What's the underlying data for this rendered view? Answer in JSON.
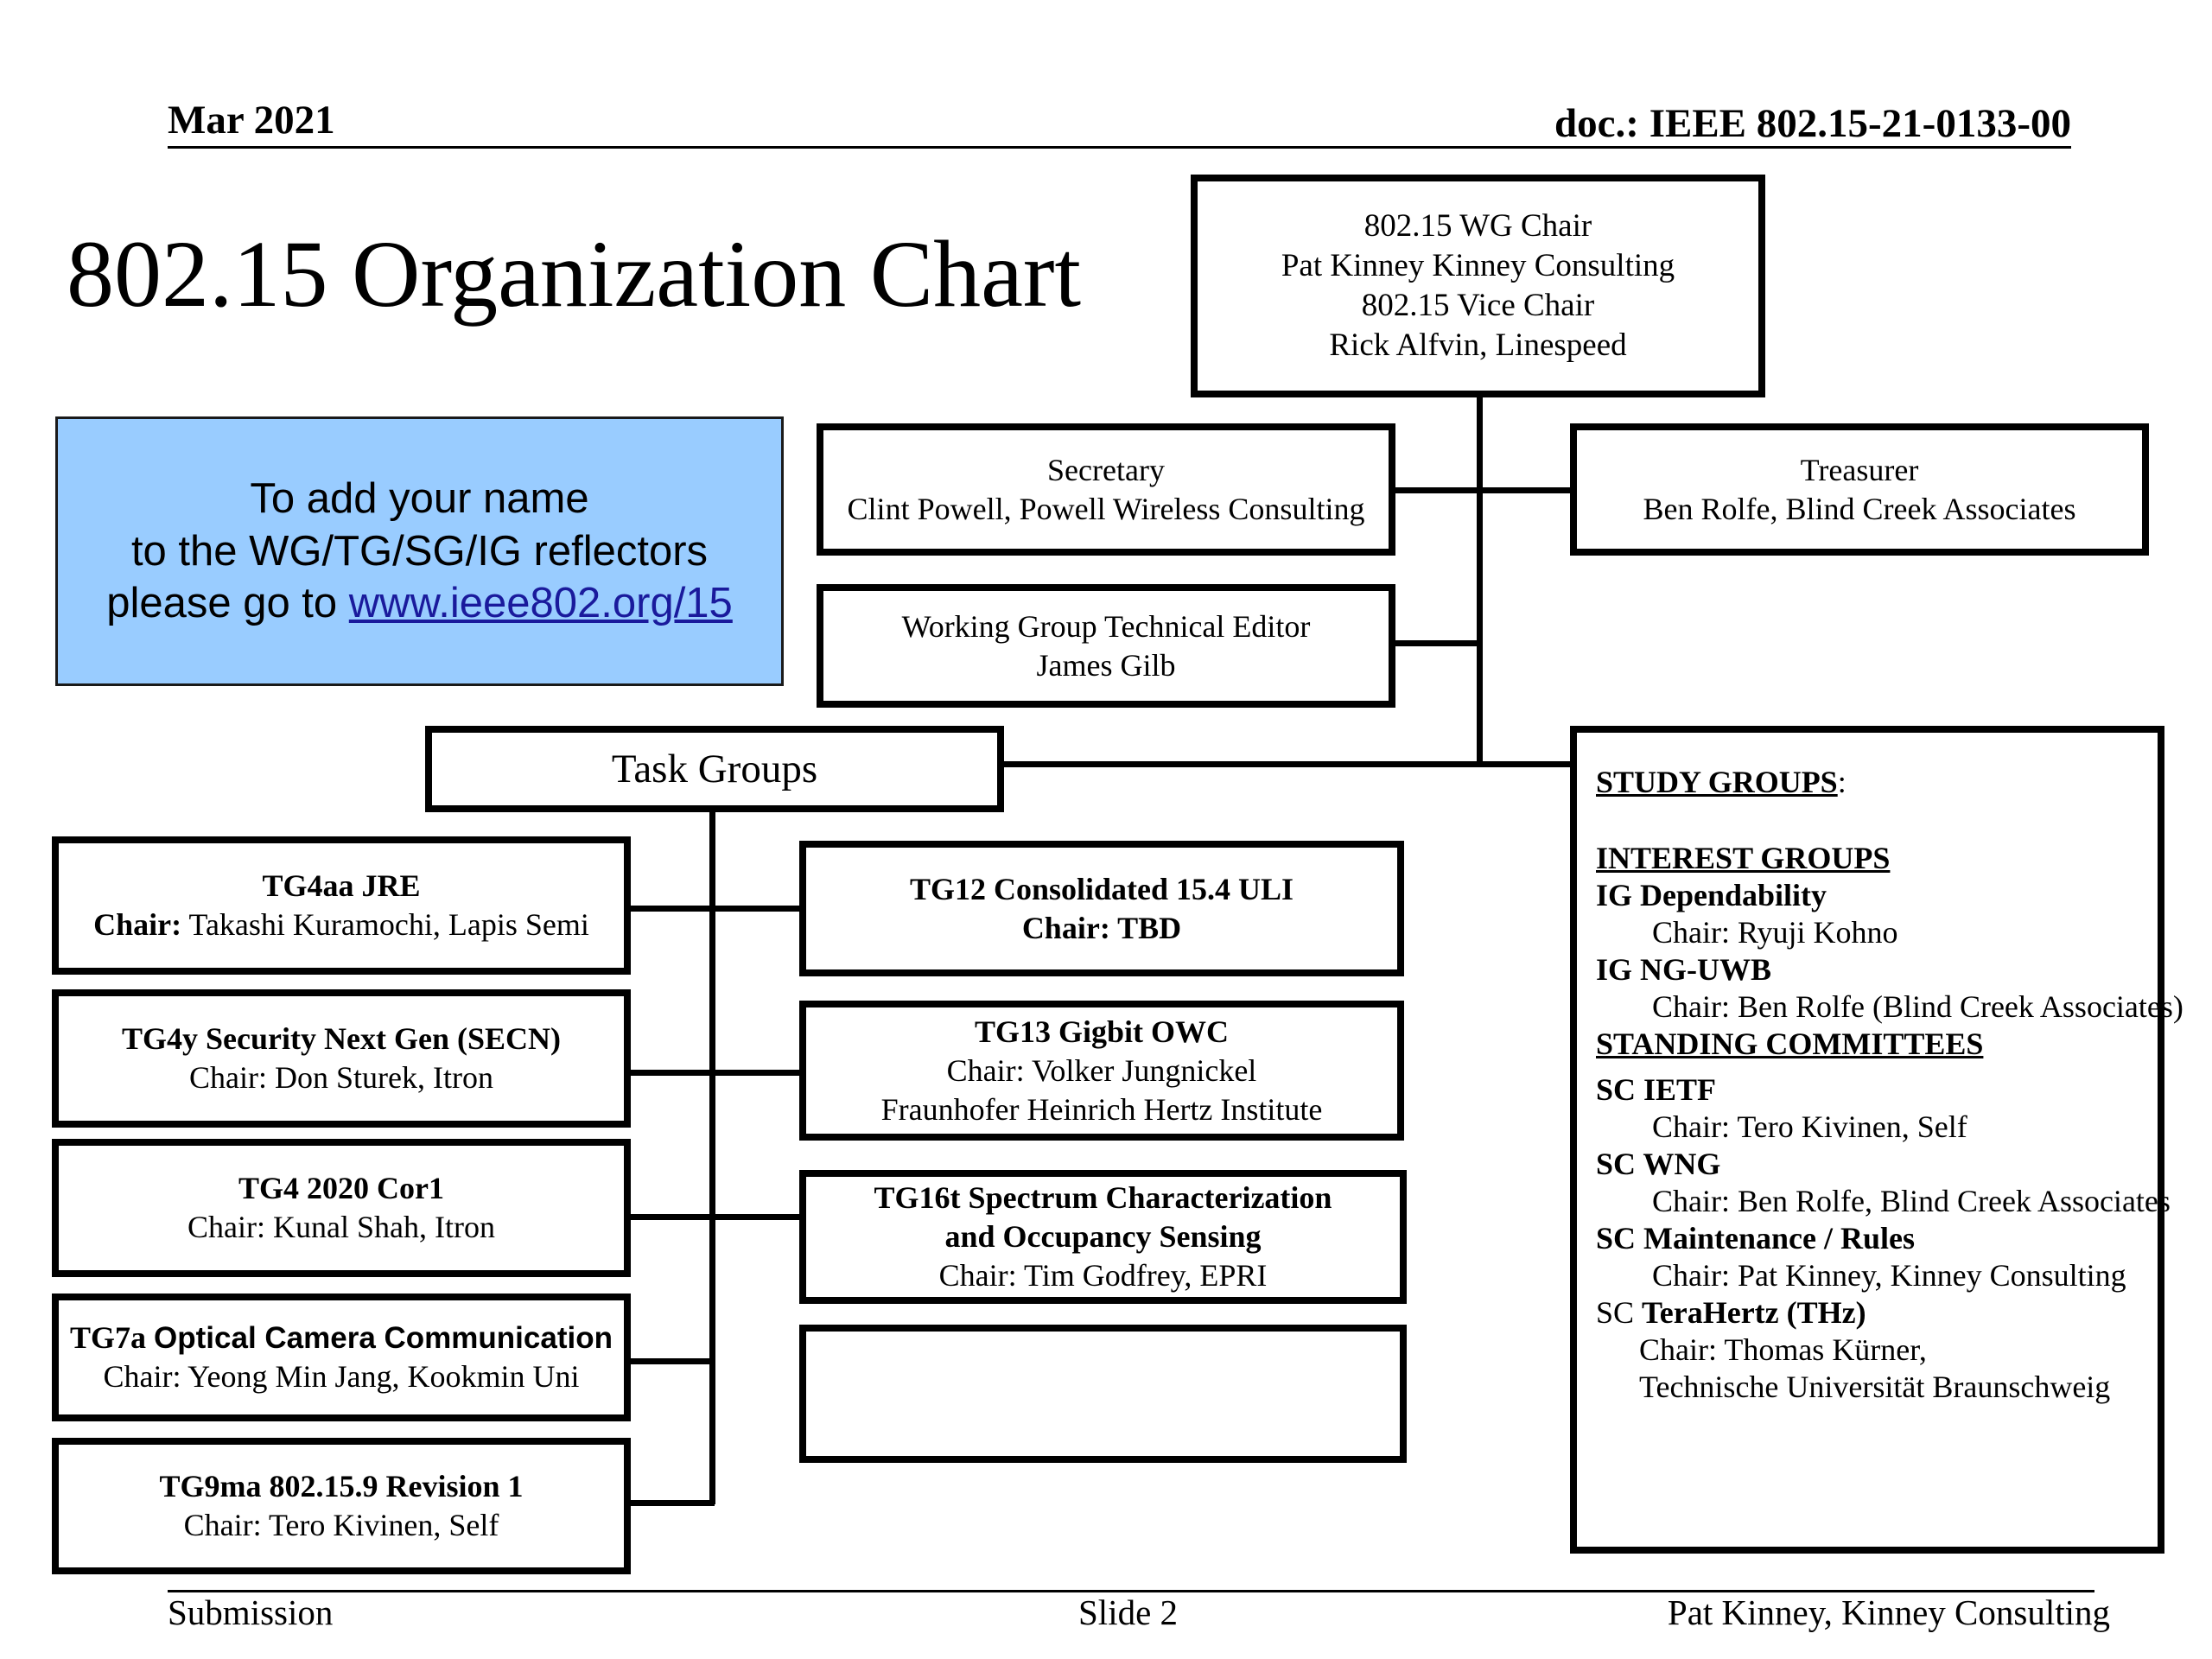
{
  "header": {
    "date": "Mar 2021",
    "doc": "doc.: IEEE 802.15-21-0133-00"
  },
  "title": "802.15 Organization Chart",
  "info_box": {
    "line1": "To add your name",
    "line2": "to the WG/TG/SG/IG reflectors",
    "line3_prefix": "please go to ",
    "link": "www.ieee802.org/15"
  },
  "wg_chair": {
    "line1": "802.15 WG Chair",
    "line2": "Pat Kinney Kinney Consulting",
    "line3": "802.15 Vice Chair",
    "line4": "Rick Alfvin, Linespeed"
  },
  "secretary": {
    "role": "Secretary",
    "name": "Clint Powell, Powell Wireless Consulting"
  },
  "treasurer": {
    "role": "Treasurer",
    "name": "Ben Rolfe, Blind Creek Associates"
  },
  "tech_editor": {
    "role": "Working Group Technical Editor",
    "name": "James Gilb"
  },
  "task_groups_label": "Task Groups",
  "task_groups_left": [
    {
      "name": "TG4aa JRE",
      "chair_label": "Chair:",
      "chair": " Takashi  Kuramochi, Lapis Semi"
    },
    {
      "name": "TG4y Security Next Gen (SECN)",
      "chair": "Chair: Don Sturek, Itron"
    },
    {
      "name": "TG4 2020 Cor1",
      "chair": "Chair: Kunal Shah, Itron"
    },
    {
      "name_prefix": "TG7a ",
      "name_rest": "Optical Camera Communication",
      "chair": "Chair: Yeong Min Jang, Kookmin Uni"
    },
    {
      "name": "TG9ma 802.15.9 Revision 1",
      "chair": "Chair: Tero Kivinen, Self"
    }
  ],
  "task_groups_right": [
    {
      "name": "TG12 Consolidated  15.4 ULI",
      "chair": "Chair: TBD"
    },
    {
      "name": "TG13 Gigbit OWC",
      "chair": "Chair: Volker Jungnickel",
      "org": "Fraunhofer Heinrich Hertz Institute"
    },
    {
      "name1": "TG16t Spectrum Characterization",
      "name2": "and Occupancy Sensing",
      "chair": "Chair: Tim Godfrey, EPRI"
    },
    {}
  ],
  "groups_panel": {
    "study_heading": "STUDY GROUPS",
    "study_colon": ":",
    "interest_heading": "INTEREST GROUPS",
    "ig_dependability": "IG Dependability",
    "ig_dependability_chair": "Chair: Ryuji Kohno",
    "ig_nguwb": "IG NG-UWB",
    "ig_nguwb_chair": "Chair: Ben Rolfe (Blind Creek Associates)",
    "standing_heading": "STANDING COMMITTEES",
    "sc_ietf": "SC IETF",
    "sc_ietf_chair": "Chair: Tero Kivinen, Self",
    "sc_wng": "SC WNG",
    "sc_wng_chair": "Chair: Ben Rolfe, Blind Creek Associates",
    "sc_maint": "SC Maintenance / Rules",
    "sc_maint_chair": "Chair: Pat Kinney, Kinney Consulting",
    "sc_thz_prefix": "SC ",
    "sc_thz_name": "TeraHertz (THz)",
    "sc_thz_chair": "Chair: Thomas Kürner,",
    "sc_thz_org": "Technische Universität Braunschweig"
  },
  "footer": {
    "left": "Submission",
    "center": "Slide 2",
    "right": "Pat Kinney, Kinney Consulting"
  }
}
